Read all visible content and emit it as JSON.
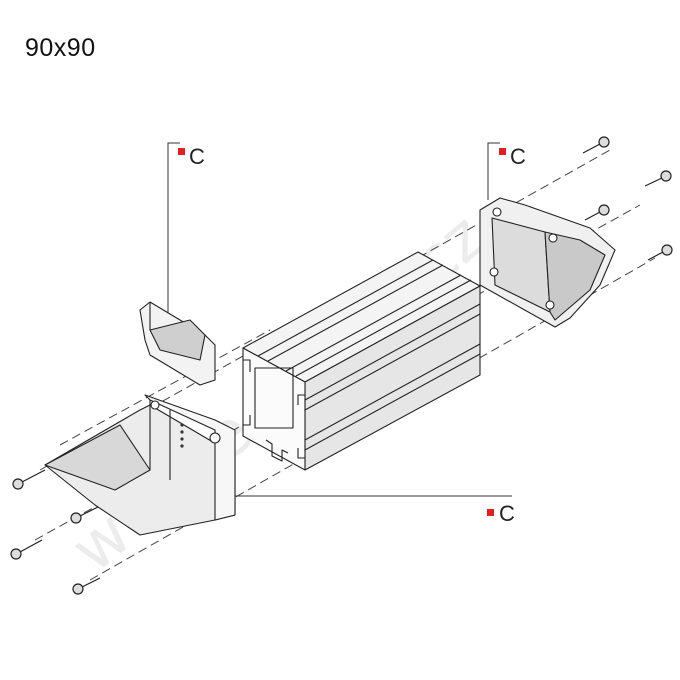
{
  "title": "90x90",
  "watermark": "www.e-profily.cz",
  "callouts": [
    {
      "id": "c-left-top",
      "text": "C"
    },
    {
      "id": "c-right-top",
      "text": "C"
    },
    {
      "id": "c-bottom",
      "text": "C"
    }
  ],
  "colors": {
    "line": "#222222",
    "marker": "#e02020",
    "fill_light": "#f2f2f2",
    "fill_mid": "#d9d9d9",
    "fill_dark": "#b8b8b8"
  }
}
